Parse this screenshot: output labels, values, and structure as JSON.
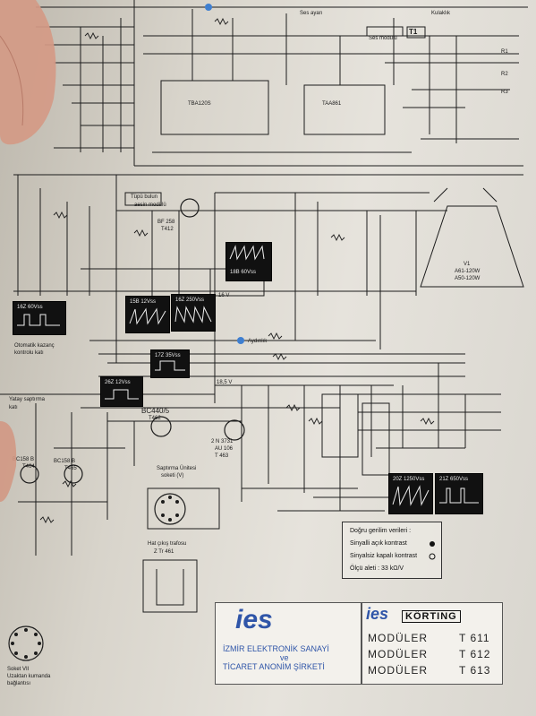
{
  "schematic": {
    "labels_top": {
      "ses_ayari": "Ses ayarı",
      "kulaklik": "Kulaklık",
      "ses_modulu": "Ses modulu",
      "ic1": "TBA120S",
      "ic2": "TAA861",
      "t1": "T1",
      "rt1": "R1",
      "rt2": "R2",
      "rt3": "R3"
    },
    "labels_mid": {
      "ust_bolum": "Tüpü bulun",
      "sesin_modulu": "aesin modülü",
      "bf258": "BF 258",
      "t412": "T412",
      "crt_v1": "V1",
      "crt_model_1": "A61-120W",
      "crt_model_2": "A50-120W",
      "aydinlik": "Aydınlık",
      "net1": "16 V",
      "net2": "18,5 V",
      "otomatik_1": "Otomatik kazanç",
      "otomatik_2": "kontrolu katı",
      "yatay_1": "Yatay saptırma",
      "yatay_2": "katı",
      "bc440": "BC440/5",
      "t462": "T462",
      "t461_a": "2 N 3731",
      "t461_b": "AU 106",
      "t461_c": "T 463",
      "bc158_1": "BC158 B",
      "bc158_2": "BC158 B",
      "t464": "T464",
      "t465": "T465",
      "saptirma_1": "Saptırma Ünitesi",
      "saptirma_2": "soketi (V)",
      "hat_1": "Hat çıkış trafosu",
      "hat_2": "Z Tr 461",
      "soket_1": "Soket VII",
      "soket_2": "Uzaktan kumanda",
      "soket_3": "bağlantısı"
    },
    "scopes": [
      {
        "label": "16Z  60Vss"
      },
      {
        "label": "15B  12Vss"
      },
      {
        "label": "16Z  250Vss"
      },
      {
        "label": "18B  60Vss"
      },
      {
        "label": "17Z  35Vss"
      },
      {
        "label": "26Z  12Vss"
      },
      {
        "label": "20Z  1250Vss"
      },
      {
        "label": "21Z  650Vss"
      }
    ]
  },
  "legend": {
    "title": "Doğru gerilim verileri :",
    "row1": "Sinyalli açık kontrast",
    "row2": "Sinyalsiz kapalı kontrast",
    "row3": "Ölçü aleti :  33  kΩ/V"
  },
  "footer": {
    "logo_left": "ies",
    "company_line1": "İZMİR ELEKTRONİK SANAYİ",
    "company_ve": "ve",
    "company_line2": "TİCARET ANONİM ŞİRKETİ",
    "logo_right": "ies",
    "brand": "KÖRTING",
    "modules": [
      {
        "name": "MODÜLER",
        "code": "T  611"
      },
      {
        "name": "MODÜLER",
        "code": "T  612"
      },
      {
        "name": "MODÜLER",
        "code": "T  613"
      }
    ]
  }
}
